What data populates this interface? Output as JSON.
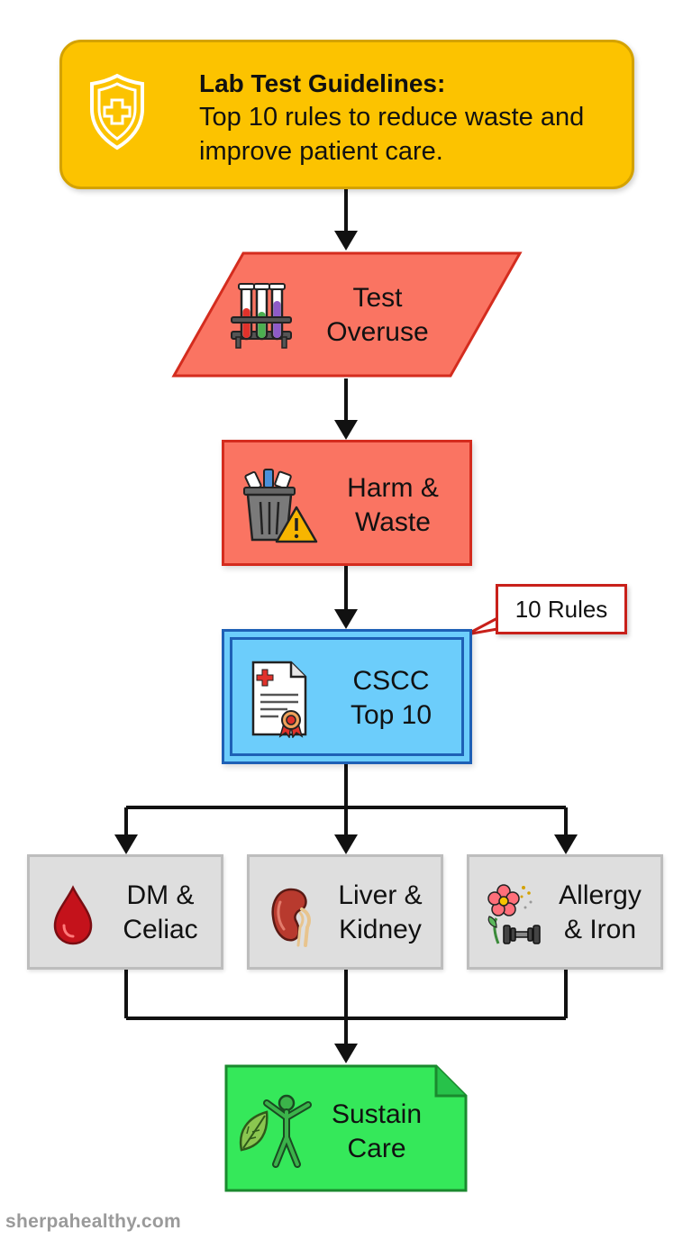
{
  "header": {
    "title": "Lab Test Guidelines:",
    "description": "Top 10 rules to reduce waste and improve patient care.",
    "icon": "shield-plus-icon"
  },
  "nodes": {
    "test_overuse": {
      "line1": "Test",
      "line2": "Overuse",
      "icon": "test-tubes-icon"
    },
    "harm_waste": {
      "line1": "Harm &",
      "line2": "Waste",
      "icon": "trash-warning-icon"
    },
    "cscc": {
      "line1": "CSCC",
      "line2": "Top 10",
      "icon": "certificate-icon"
    },
    "dm_celiac": {
      "line1": "DM &",
      "line2": "Celiac",
      "icon": "blood-drop-icon"
    },
    "liver_kidney": {
      "line1": "Liver &",
      "line2": "Kidney",
      "icon": "kidney-icon"
    },
    "allergy_iron": {
      "line1": "Allergy",
      "line2": "& Iron",
      "icon": "flower-dumbbell-icon"
    },
    "sustain_care": {
      "line1": "Sustain",
      "line2": "Care",
      "icon": "leaf-person-icon"
    }
  },
  "callout": {
    "text": "10 Rules"
  },
  "footer": {
    "text": "sherpahealthy.com"
  },
  "colors": {
    "header": "#fcc300",
    "overuse": "#fa7462",
    "harm": "#fa7462",
    "cscc": "#6ccdfb",
    "topics": "#dedede",
    "sustain": "#35e85a"
  }
}
